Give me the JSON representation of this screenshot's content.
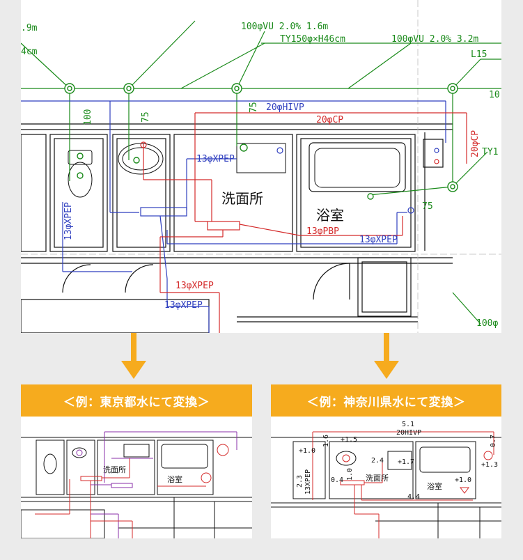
{
  "top": {
    "labels": {
      "l1": "100φVU 2.0% 1.6m",
      "l2": "TY150φ×H46cm",
      "l3": "100φVU 2.0% 3.2m",
      "l4": "L15",
      "l5": ".9m",
      "l6": "4cm",
      "l7": "10",
      "l8": "TY1",
      "l9": "100",
      "l10": "75",
      "l11": "75",
      "l12": "20φHIVP",
      "l13": "20φCP",
      "l14": "13φXPEP",
      "l15": "洗面所",
      "l16": "浴室",
      "l17": "13φPBP",
      "l18": "13φXPEP",
      "l19": "13φXPEP",
      "l20": "13φXPEP",
      "l21": "13φXPEP",
      "l22": "75",
      "l23": "20φCP",
      "l24": "100φ"
    }
  },
  "left_panel": {
    "banner": "＜例：東京都水にて変換＞",
    "room1": "洗面所",
    "room2": "浴室"
  },
  "right_panel": {
    "banner": "＜例：神奈川県水にて変換＞",
    "labels": {
      "a": "5.1",
      "b": "20HIVP",
      "c": "+1.5",
      "d": "1.6",
      "e": "+1.0",
      "f": "2.4",
      "g": "+1.7",
      "h": "0.7",
      "i": "+1.3",
      "j": "2.3",
      "k": "13XPEP",
      "l": "0.4",
      "m": "洗面所",
      "n": "1.0",
      "o": "浴室",
      "p": "+1.0",
      "q": "4.4"
    }
  },
  "colors": {
    "green": "#1a8a1a",
    "blue": "#2f3fbf",
    "red": "#d42a2a",
    "purple": "#8a2fa8",
    "orange": "#f6ab1e"
  }
}
